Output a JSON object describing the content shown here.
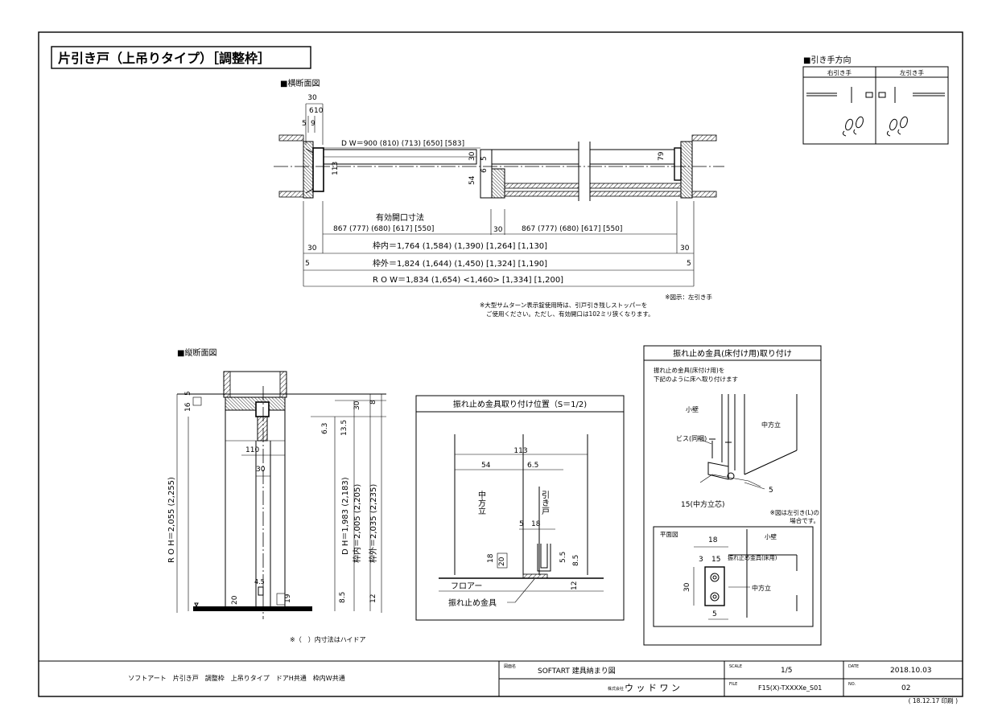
{
  "title": "片引き戸（上吊りタイプ）［調整枠］",
  "handle_direction": {
    "heading": "■引き手方向",
    "right_label": "右引き手",
    "left_label": "左引き手"
  },
  "horizontal_section": {
    "heading": "■横断面図",
    "dim_30": "30",
    "dim_6": "6",
    "dim_10": "10",
    "dim_5": "5",
    "dim_9": "9",
    "dw": "D W＝900 (810) (713) [650] [583]",
    "dim_113": "113",
    "dim_30b": "30",
    "dim_5b": "5",
    "dim_54": "54",
    "dim_6b": "6",
    "dim_79": "79",
    "opening_title": "有効開口寸法",
    "opening_left": "867 (777) (680) [617] [550]",
    "opening_mid": "30",
    "opening_right": "867 (777) (680) [617] [550]",
    "inner_left": "30",
    "inner": "枠内＝1,764 (1,584) (1,390) [1,264] [1,130]",
    "inner_right": "30",
    "outer_left": "5",
    "outer": "枠外＝1,824 (1,644) (1,450) [1,324] [1,190]",
    "outer_right": "5",
    "row": "R O W＝1,834 (1,654) <1,460> [1,334] [1,200]",
    "note1": "※図示：左引き手",
    "note2": "※大型サムターン表示錠使用時は、引戸引き残しストッパーを",
    "note3": "ご使用ください。ただし、有効開口は102ミリ狭くなります。"
  },
  "vertical_section": {
    "heading": "■縦断面図",
    "dim_16": "16",
    "dim_5": "5",
    "dim_8": "8",
    "dim_30": "30",
    "dim_6_3": "6.3",
    "dim_13_5": "13.5",
    "dim_110": "110",
    "dim_30b": "30",
    "roh": "R O H＝2,055 (2,255)",
    "dh": "D H＝1,983 (2,183)",
    "inner": "枠内＝2,005 (2,205)",
    "outer": "枠外＝2,035 (2,235)",
    "dim_4_5": "4.5",
    "dim_20": "20",
    "dim_19": "19",
    "dim_8_5": "8.5",
    "dim_12": "12",
    "note": "※（　）内寸法はハイドア"
  },
  "stopper_position": {
    "title": "振れ止め金具取り付け位置（S＝1/2)",
    "dim_113": "113",
    "dim_54": "54",
    "dim_6_5": "6.5",
    "label_center": "中方立",
    "label_door": "引き戸",
    "dim_5": "5",
    "dim_18": "18",
    "dim_18b": "18",
    "dim_20": "20",
    "dim_5_5": "5.5",
    "dim_8_5": "8.5",
    "dim_12": "12",
    "floor": "フロアー",
    "stopper": "振れ止め金具"
  },
  "stopper_install": {
    "title": "振れ止め金具(床付け用)取り付け",
    "desc1": "振れ止め金具(床付け用)を",
    "desc2": "下記のように床へ取り付けます",
    "small_wall": "小壁",
    "center_post": "中方立",
    "screw": "ビス(同梱)",
    "dim_5": "5",
    "center_15": "15(中方立芯)",
    "note1": "※図は左引き(L)の",
    "note2": "場合です。",
    "plan_label": "平面図",
    "plan_18": "18",
    "plan_small_wall": "小壁",
    "plan_3": "3",
    "plan_15": "15",
    "plan_stopper": "振れ止め金具(床用)",
    "plan_30": "30",
    "plan_center": "中方立",
    "plan_5": "5"
  },
  "title_block": {
    "description": "ソフトアート　片引き戸　調整枠　上吊りタイプ　ドアH共通　枠内W共通",
    "name_label": "図面名",
    "name_value": "SOFTART 建具納まり図",
    "company_label": "株式会社",
    "company": "ウ ッ ド ワ ン",
    "scale_label": "SCALE",
    "scale": "1/5",
    "file_label": "FILE",
    "file": "F15(X)-TXXXXe_S01",
    "date_label": "DATE",
    "date": "2018.10.03",
    "no_label": "NO.",
    "no": "02",
    "print_date": "( 18.12.17 印刷 )"
  }
}
